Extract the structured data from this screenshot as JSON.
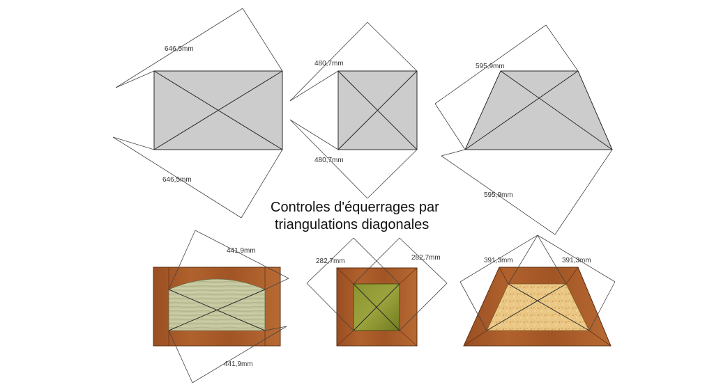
{
  "title": {
    "line1": "Controles d'équerrages par",
    "line2": "triangulations diagonales"
  },
  "dimensions": {
    "rect_top": "646,5mm",
    "rect_bottom": "646,5mm",
    "square_top": "480,7mm",
    "square_bottom": "480,7mm",
    "trap_top": "595,9mm",
    "trap_bottom": "595,9mm",
    "wood_rect_top": "441,9mm",
    "wood_rect_bottom": "441,9mm",
    "wood_square_left": "282,7mm",
    "wood_square_right": "282,7mm",
    "wood_trap_left": "391,3mm",
    "wood_trap_right": "391,3mm"
  },
  "colors": {
    "panel_grey": "#cccccc",
    "frame_brown": "#a0522d",
    "panel_light_wood": "#c4c7a0",
    "panel_olive": "#7f8a26",
    "panel_osb": "#e6c07a"
  }
}
